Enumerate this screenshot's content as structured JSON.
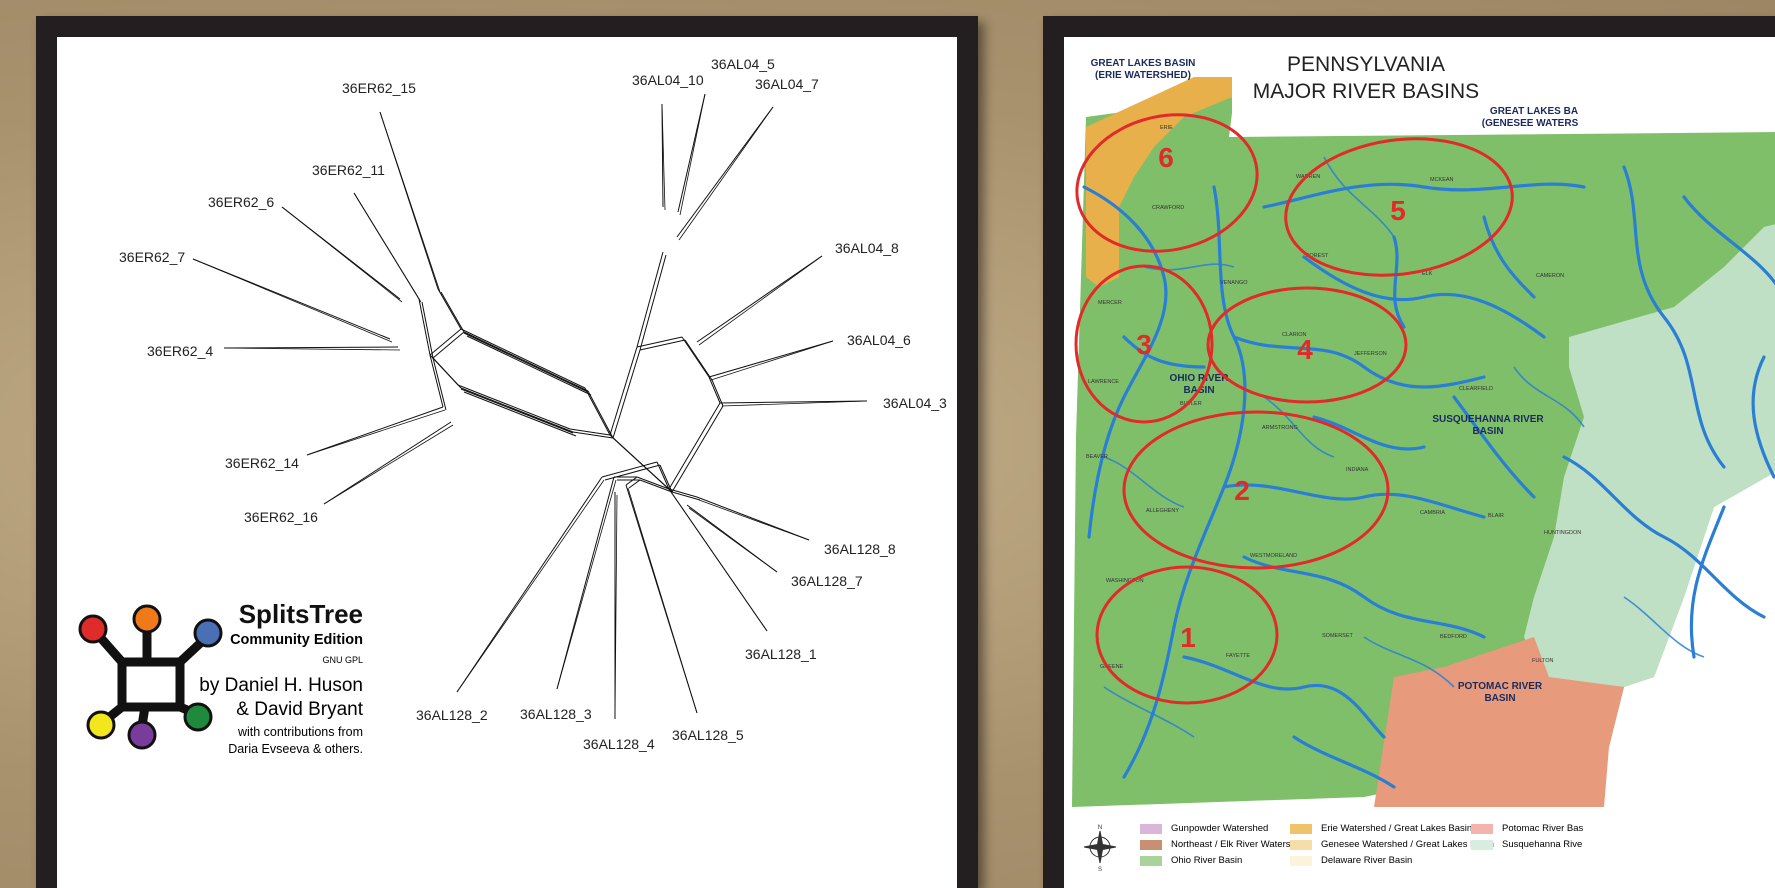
{
  "left_poster": {
    "tips": [
      {
        "label": "36AL04_5"
      },
      {
        "label": "36AL04_10"
      },
      {
        "label": "36AL04_7"
      },
      {
        "label": "36ER62_15"
      },
      {
        "label": "36ER62_11"
      },
      {
        "label": "36ER62_6"
      },
      {
        "label": "36ER62_7"
      },
      {
        "label": "36AL04_8"
      },
      {
        "label": "36AL04_6"
      },
      {
        "label": "36ER62_4"
      },
      {
        "label": "36AL04_3"
      },
      {
        "label": "36ER62_14"
      },
      {
        "label": "36ER62_16"
      },
      {
        "label": "36AL128_8"
      },
      {
        "label": "36AL128_7"
      },
      {
        "label": "36AL128_1"
      },
      {
        "label": "36AL128_2"
      },
      {
        "label": "36AL128_3"
      },
      {
        "label": "36AL128_4"
      },
      {
        "label": "36AL128_5"
      }
    ],
    "logo": {
      "title": "SplitsTree",
      "edition": "Community Edition",
      "license": "GNU GPL",
      "author_line1": "by Daniel H. Huson",
      "author_line2": "& David Bryant",
      "contrib_line1": "with contributions from",
      "contrib_line2": "Daria Evseeva & others.",
      "node_colors": [
        "#e02b2b",
        "#f07a1a",
        "#4a6fb5",
        "#f2e61c",
        "#7a3c9a",
        "#1f8a3b"
      ]
    }
  },
  "right_poster": {
    "title_line1": "PENNSYLVANIA",
    "title_line2": "MAJOR RIVER BASINS",
    "labels": {
      "great_lakes_erie_1": "GREAT LAKES BASIN",
      "great_lakes_erie_2": "(ERIE WATERSHED)",
      "great_lakes_genesee_1": "GREAT LAKES BA",
      "great_lakes_genesee_2": "(GENESEE WATERS",
      "ohio_1": "OHIO RIVER",
      "ohio_2": "BASIN",
      "susquehanna_1": "SUSQUEHANNA RIVER",
      "susquehanna_2": "BASIN",
      "potomac_1": "POTOMAC RIVER",
      "potomac_2": "BASIN"
    },
    "circle_numbers": [
      "1",
      "2",
      "3",
      "4",
      "5",
      "6"
    ],
    "county_labels": [
      "ERIE",
      "CRAWFORD",
      "WARREN",
      "MCKEAN",
      "FOREST",
      "ELK",
      "CAMERON",
      "VENANGO",
      "MERCER",
      "CLARION",
      "JEFFERSON",
      "LAWRENCE",
      "BUTLER",
      "CLEARFIELD",
      "ARMSTRONG",
      "BEAVER",
      "INDIANA",
      "ALLEGHENY",
      "CAMBRIA",
      "BLAIR",
      "HUNTINGDON",
      "WESTMORELAND",
      "WASHINGTON",
      "SOMERSET",
      "BEDFORD",
      "FAYETTE",
      "GREENE",
      "FULTON"
    ],
    "legend": [
      {
        "label": "Gunpowder Watershed",
        "color": "#d9b7d9"
      },
      {
        "label": "Northeast / Elk River Watershed",
        "color": "#c98f72"
      },
      {
        "label": "Ohio River Basin",
        "color": "#a9d39a"
      },
      {
        "label": "Erie Watershed / Great Lakes Basin",
        "color": "#f0c36b"
      },
      {
        "label": "Genesee Watershed / Great Lakes Basin",
        "color": "#f4dfa8"
      },
      {
        "label": "Delaware River Basin",
        "color": "#fbf3dc"
      },
      {
        "label": "Potomac River Bas",
        "color": "#f5b3ad"
      },
      {
        "label": "Susquehanna Rive",
        "color": "#d8ece0"
      }
    ],
    "colors": {
      "ohio": "#7fbf6a",
      "erie": "#e8b04a",
      "susquehanna": "#bfe0c4",
      "potomac": "#e89a7c",
      "river": "#2a7fd4",
      "circle": "#e12a2a"
    }
  }
}
